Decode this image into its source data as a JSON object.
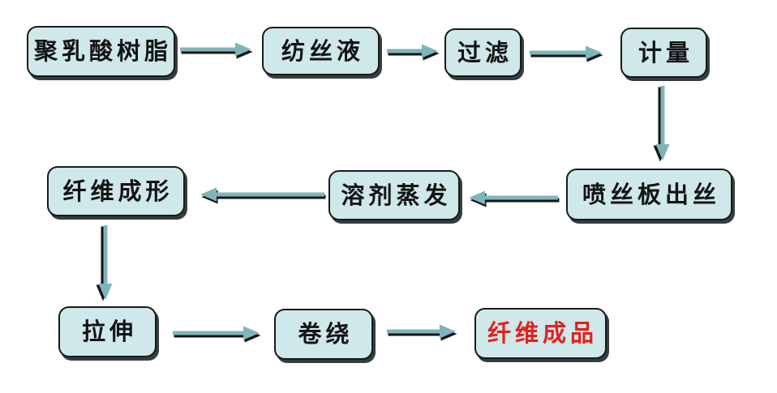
{
  "diagram": {
    "type": "flowchart",
    "nodes": [
      {
        "id": "pla-resin",
        "label": "聚乳酸树脂"
      },
      {
        "id": "spinning-solution",
        "label": "纺丝液"
      },
      {
        "id": "filtration",
        "label": "过滤"
      },
      {
        "id": "metering",
        "label": "计量"
      },
      {
        "id": "spinneret-extrusion",
        "label": "喷丝板出丝"
      },
      {
        "id": "solvent-evaporation",
        "label": "溶剂蒸发"
      },
      {
        "id": "fiber-forming",
        "label": "纤维成形"
      },
      {
        "id": "drawing",
        "label": "拉伸"
      },
      {
        "id": "winding",
        "label": "卷绕"
      },
      {
        "id": "finished-fiber",
        "label": "纤维成品",
        "emphasis": "red"
      }
    ],
    "edges": [
      {
        "from": "聚乳酸树脂",
        "to": "纺丝液",
        "direction": "right"
      },
      {
        "from": "纺丝液",
        "to": "过滤",
        "direction": "right"
      },
      {
        "from": "过滤",
        "to": "计量",
        "direction": "right"
      },
      {
        "from": "计量",
        "to": "喷丝板出丝",
        "direction": "down"
      },
      {
        "from": "喷丝板出丝",
        "to": "溶剂蒸发",
        "direction": "left"
      },
      {
        "from": "溶剂蒸发",
        "to": "纤维成形",
        "direction": "left"
      },
      {
        "from": "纤维成形",
        "to": "拉伸",
        "direction": "down"
      },
      {
        "from": "拉伸",
        "to": "卷绕",
        "direction": "right"
      },
      {
        "from": "卷绕",
        "to": "纤维成品",
        "direction": "right"
      }
    ],
    "colors": {
      "node_fill": "#cfe8e9",
      "node_border": "#1a1a1a",
      "node_text": "#141414",
      "final_text": "#e0211e",
      "arrow": "#7fb4ba",
      "arrow_shadow": "#141414",
      "background": "#ffffff"
    }
  }
}
